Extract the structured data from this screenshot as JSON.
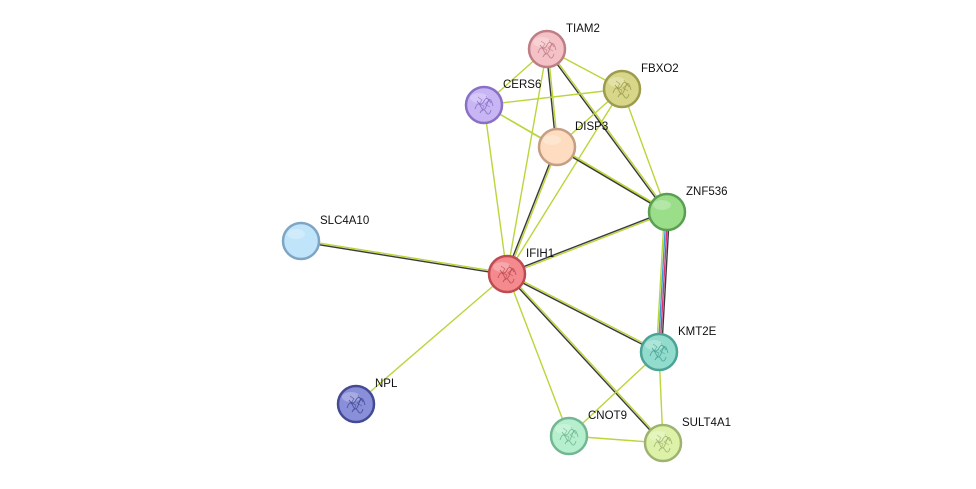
{
  "network": {
    "nodes": [
      {
        "id": "TIAM2",
        "label": "TIAM2",
        "fill": "#f4c2c6",
        "stroke": "#bf7d86",
        "icon": "protein-structure-icon"
      },
      {
        "id": "FBXO2",
        "label": "FBXO2",
        "fill": "#d8d789",
        "stroke": "#9c9b4e",
        "icon": "protein-structure-icon"
      },
      {
        "id": "CERS6",
        "label": "CERS6",
        "fill": "#c7b5f4",
        "stroke": "#8770c6",
        "icon": "protein-structure-icon"
      },
      {
        "id": "DISP3",
        "label": "DISP3",
        "fill": "#fddcbf",
        "stroke": "#c59e84",
        "icon": "none"
      },
      {
        "id": "ZNF536",
        "label": "ZNF536",
        "fill": "#9ade8a",
        "stroke": "#5a9e52",
        "icon": "none"
      },
      {
        "id": "SLC4A10",
        "label": "SLC4A10",
        "fill": "#c0e4fa",
        "stroke": "#7ea6c4",
        "icon": "none"
      },
      {
        "id": "IFIH1",
        "label": "IFIH1",
        "fill": "#f4898e",
        "stroke": "#bd4c52",
        "icon": "protein-structure-icon"
      },
      {
        "id": "KMT2E",
        "label": "KMT2E",
        "fill": "#92dccd",
        "stroke": "#4aa394",
        "icon": "protein-structure-icon"
      },
      {
        "id": "NPL",
        "label": "NPL",
        "fill": "#8a8fd9",
        "stroke": "#444a94",
        "icon": "protein-structure-icon"
      },
      {
        "id": "CNOT9",
        "label": "CNOT9",
        "fill": "#b5efcd",
        "stroke": "#73b792",
        "icon": "protein-structure-icon"
      },
      {
        "id": "SULT4A1",
        "label": "SULT4A1",
        "fill": "#ddf2a8",
        "stroke": "#9fb370",
        "icon": "protein-structure-icon"
      }
    ],
    "edges": [
      {
        "source": "TIAM2",
        "target": "FBXO2",
        "colors": [
          "#b9d63a"
        ]
      },
      {
        "source": "TIAM2",
        "target": "CERS6",
        "colors": [
          "#b9d63a"
        ]
      },
      {
        "source": "TIAM2",
        "target": "DISP3",
        "colors": [
          "#b9d63a",
          "#3a3a3a"
        ]
      },
      {
        "source": "TIAM2",
        "target": "ZNF536",
        "colors": [
          "#b9d63a",
          "#3a3a3a"
        ]
      },
      {
        "source": "TIAM2",
        "target": "IFIH1",
        "colors": [
          "#b9d63a"
        ]
      },
      {
        "source": "FBXO2",
        "target": "CERS6",
        "colors": [
          "#b9d63a"
        ]
      },
      {
        "source": "FBXO2",
        "target": "DISP3",
        "colors": [
          "#b9d63a"
        ]
      },
      {
        "source": "FBXO2",
        "target": "ZNF536",
        "colors": [
          "#b9d63a"
        ]
      },
      {
        "source": "FBXO2",
        "target": "IFIH1",
        "colors": [
          "#b9d63a"
        ]
      },
      {
        "source": "CERS6",
        "target": "DISP3",
        "colors": [
          "#b9d63a"
        ]
      },
      {
        "source": "CERS6",
        "target": "ZNF536",
        "colors": [
          "#b9d63a"
        ]
      },
      {
        "source": "CERS6",
        "target": "IFIH1",
        "colors": [
          "#b9d63a"
        ]
      },
      {
        "source": "DISP3",
        "target": "ZNF536",
        "colors": [
          "#b9d63a",
          "#3a3a3a"
        ]
      },
      {
        "source": "DISP3",
        "target": "IFIH1",
        "colors": [
          "#b9d63a",
          "#3a3a3a"
        ]
      },
      {
        "source": "ZNF536",
        "target": "IFIH1",
        "colors": [
          "#b9d63a",
          "#3a3a3a"
        ]
      },
      {
        "source": "ZNF536",
        "target": "KMT2E",
        "colors": [
          "#3a3a3a",
          "#d6337a",
          "#3a9ad6",
          "#b9d63a"
        ]
      },
      {
        "source": "SLC4A10",
        "target": "IFIH1",
        "colors": [
          "#b9d63a",
          "#3a3a3a"
        ]
      },
      {
        "source": "IFIH1",
        "target": "KMT2E",
        "colors": [
          "#b9d63a",
          "#3a3a3a"
        ]
      },
      {
        "source": "IFIH1",
        "target": "NPL",
        "colors": [
          "#b9d63a"
        ]
      },
      {
        "source": "IFIH1",
        "target": "CNOT9",
        "colors": [
          "#b9d63a"
        ]
      },
      {
        "source": "IFIH1",
        "target": "SULT4A1",
        "colors": [
          "#b9d63a",
          "#3a3a3a"
        ]
      },
      {
        "source": "KMT2E",
        "target": "CNOT9",
        "colors": [
          "#b9d63a"
        ]
      },
      {
        "source": "KMT2E",
        "target": "SULT4A1",
        "colors": [
          "#b9d63a"
        ]
      },
      {
        "source": "CNOT9",
        "target": "SULT4A1",
        "colors": [
          "#b9d63a"
        ]
      }
    ]
  }
}
